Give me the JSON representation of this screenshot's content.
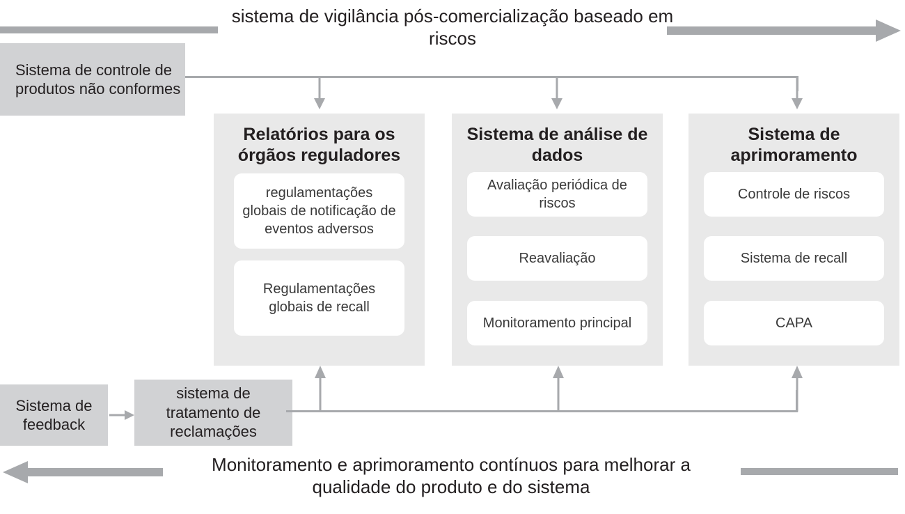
{
  "diagram": {
    "top_banner": {
      "caption": "sistema de vigilância pós-comercialização baseado em riscos",
      "left_bar_name": "top-left-bar",
      "right_arrow_name": "top-right-arrow"
    },
    "bottom_banner": {
      "caption": "Monitoramento e aprimoramento contínuos para melhorar a qualidade do produto e do sistema",
      "left_arrow_name": "bottom-left-arrow",
      "right_bar_name": "bottom-right-bar"
    },
    "source_box": {
      "label": "Sistema de controle de produtos não conformes"
    },
    "feedback_box": {
      "label": "Sistema de feedback"
    },
    "complaints_box": {
      "label": "sistema de tratamento de reclamações"
    },
    "panels": [
      {
        "id": "relatorios",
        "title": "Relatórios para os órgãos reguladores",
        "cards": [
          "regulamentações globais de notificação de eventos adversos",
          "Regulamentações globais de recall"
        ]
      },
      {
        "id": "analise",
        "title": "Sistema de análise de dados",
        "cards": [
          "Avaliação periódica de riscos",
          "Reavaliação",
          "Monitoramento principal"
        ]
      },
      {
        "id": "aprimoramento",
        "title": "Sistema de aprimoramento",
        "cards": [
          "Controle de riscos",
          "Sistema de recall",
          "CAPA"
        ]
      }
    ],
    "colors": {
      "arrow_grey": "#a7a9ac",
      "box_grey": "#d1d2d4",
      "panel_grey": "#e9e9e9",
      "card_white": "#ffffff",
      "text_dark": "#231f20"
    }
  }
}
